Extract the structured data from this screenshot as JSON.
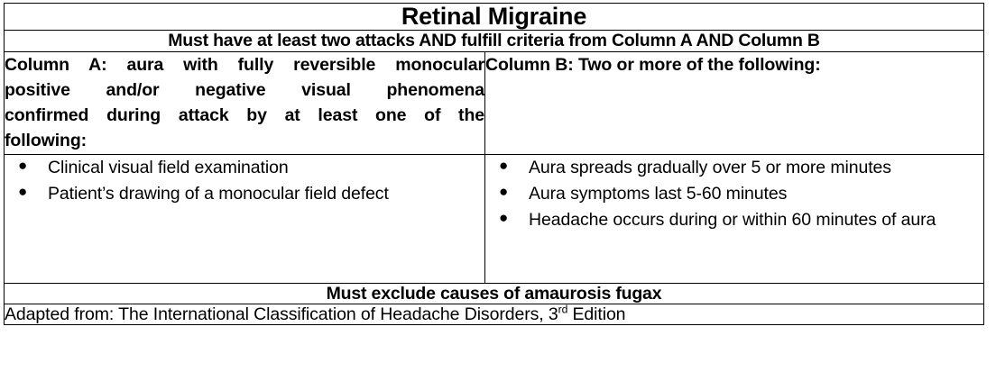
{
  "table": {
    "title": "Retinal Migraine",
    "requirement": "Must have at least two attacks AND fulfill criteria from Column A AND Column B",
    "column_a": {
      "header_line1": "Column A: aura with fully reversible monocular",
      "header_line2": "positive and/or negative visual phenomena",
      "header_line3": "confirmed during attack by at least one of the",
      "header_line4": "following:",
      "bullets": [
        "Clinical visual field examination",
        "Patient’s drawing of a monocular field defect"
      ]
    },
    "column_b": {
      "header": "Column B: Two or more of the following:",
      "bullets": [
        "Aura spreads gradually over 5 or more minutes",
        "Aura symptoms last 5-60 minutes",
        "Headache occurs during or within 60 minutes of aura"
      ]
    },
    "exclusion": "Must exclude causes of amaurosis fugax",
    "source_prefix": "Adapted from: The International Classification of Headache Disorders, 3",
    "source_ordinal": "rd",
    "source_suffix": " Edition",
    "bullet_glyph": "●"
  },
  "colors": {
    "border": "#000000",
    "text": "#000000",
    "background": "#ffffff"
  }
}
